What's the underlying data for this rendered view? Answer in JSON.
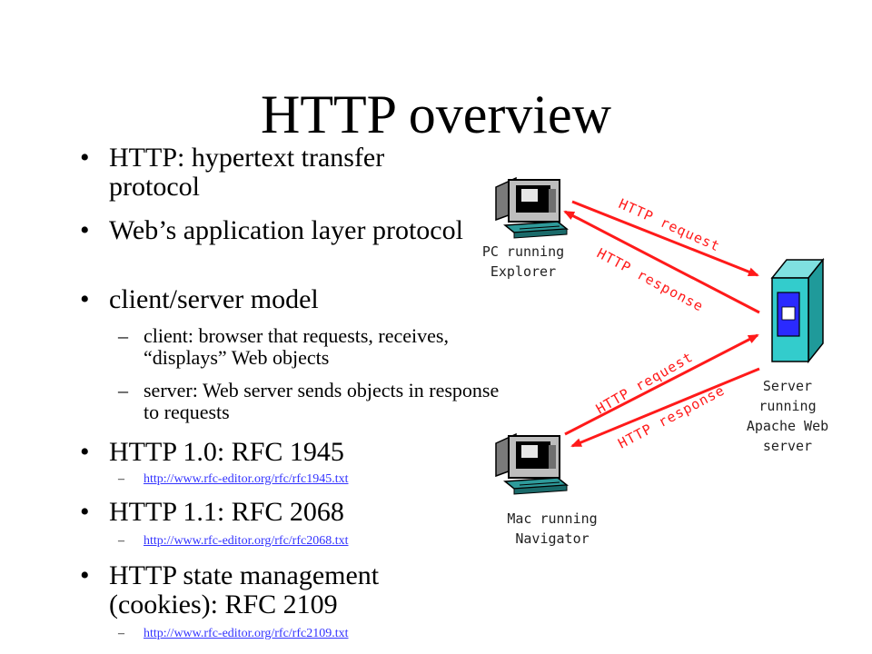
{
  "title": "HTTP overview",
  "bullets": [
    {
      "text": "HTTP: hypertext transfer protocol"
    },
    {
      "text": "Web’s application layer protocol"
    },
    {
      "text": "client/server model"
    },
    {
      "text": "client: browser that requests, receives, “displays” Web objects"
    },
    {
      "text": "server: Web server sends objects in response to requests"
    },
    {
      "text": "HTTP 1.0: RFC 1945"
    },
    {
      "text": "http://www.rfc-editor.org/rfc/rfc1945.txt"
    },
    {
      "text": "HTTP 1.1: RFC 2068"
    },
    {
      "text": "http://www.rfc-editor.org/rfc/rfc2068.txt"
    },
    {
      "text": "HTTP state management (cookies):  RFC 2109"
    },
    {
      "text": "http://www.rfc-editor.org/rfc/rfc2109.txt"
    }
  ],
  "diagram": {
    "pc_label": "PC running Explorer",
    "mac_label": "Mac running Navigator",
    "server_label": "Server running Apache Web server",
    "request_label": "HTTP request",
    "response_label": "HTTP response",
    "arrow_color": "#ff1a1a",
    "server_color": "#33cccc"
  }
}
